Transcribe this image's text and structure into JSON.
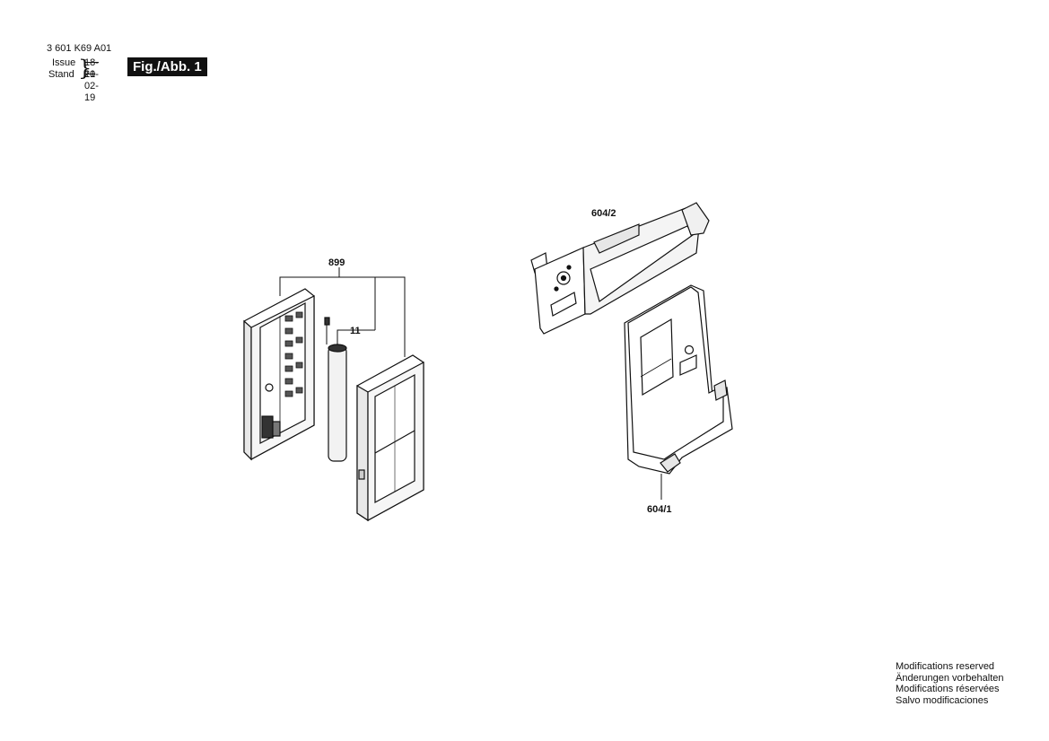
{
  "header": {
    "part_number": "3 601 K69 A01",
    "issue_label": "Issue",
    "stand_label": "Stand",
    "issue_date": "18-10",
    "stand_date": "21-02-19",
    "figure_label": "Fig./Abb. 1"
  },
  "callouts": {
    "c899": "899",
    "c11": "11",
    "c604_2": "604/2",
    "c604_1": "604/1"
  },
  "footer": {
    "lines": [
      "Modifications reserved",
      "Änderungen vorbehalten",
      "Modifications réservées",
      "Salvo modificaciones"
    ]
  }
}
